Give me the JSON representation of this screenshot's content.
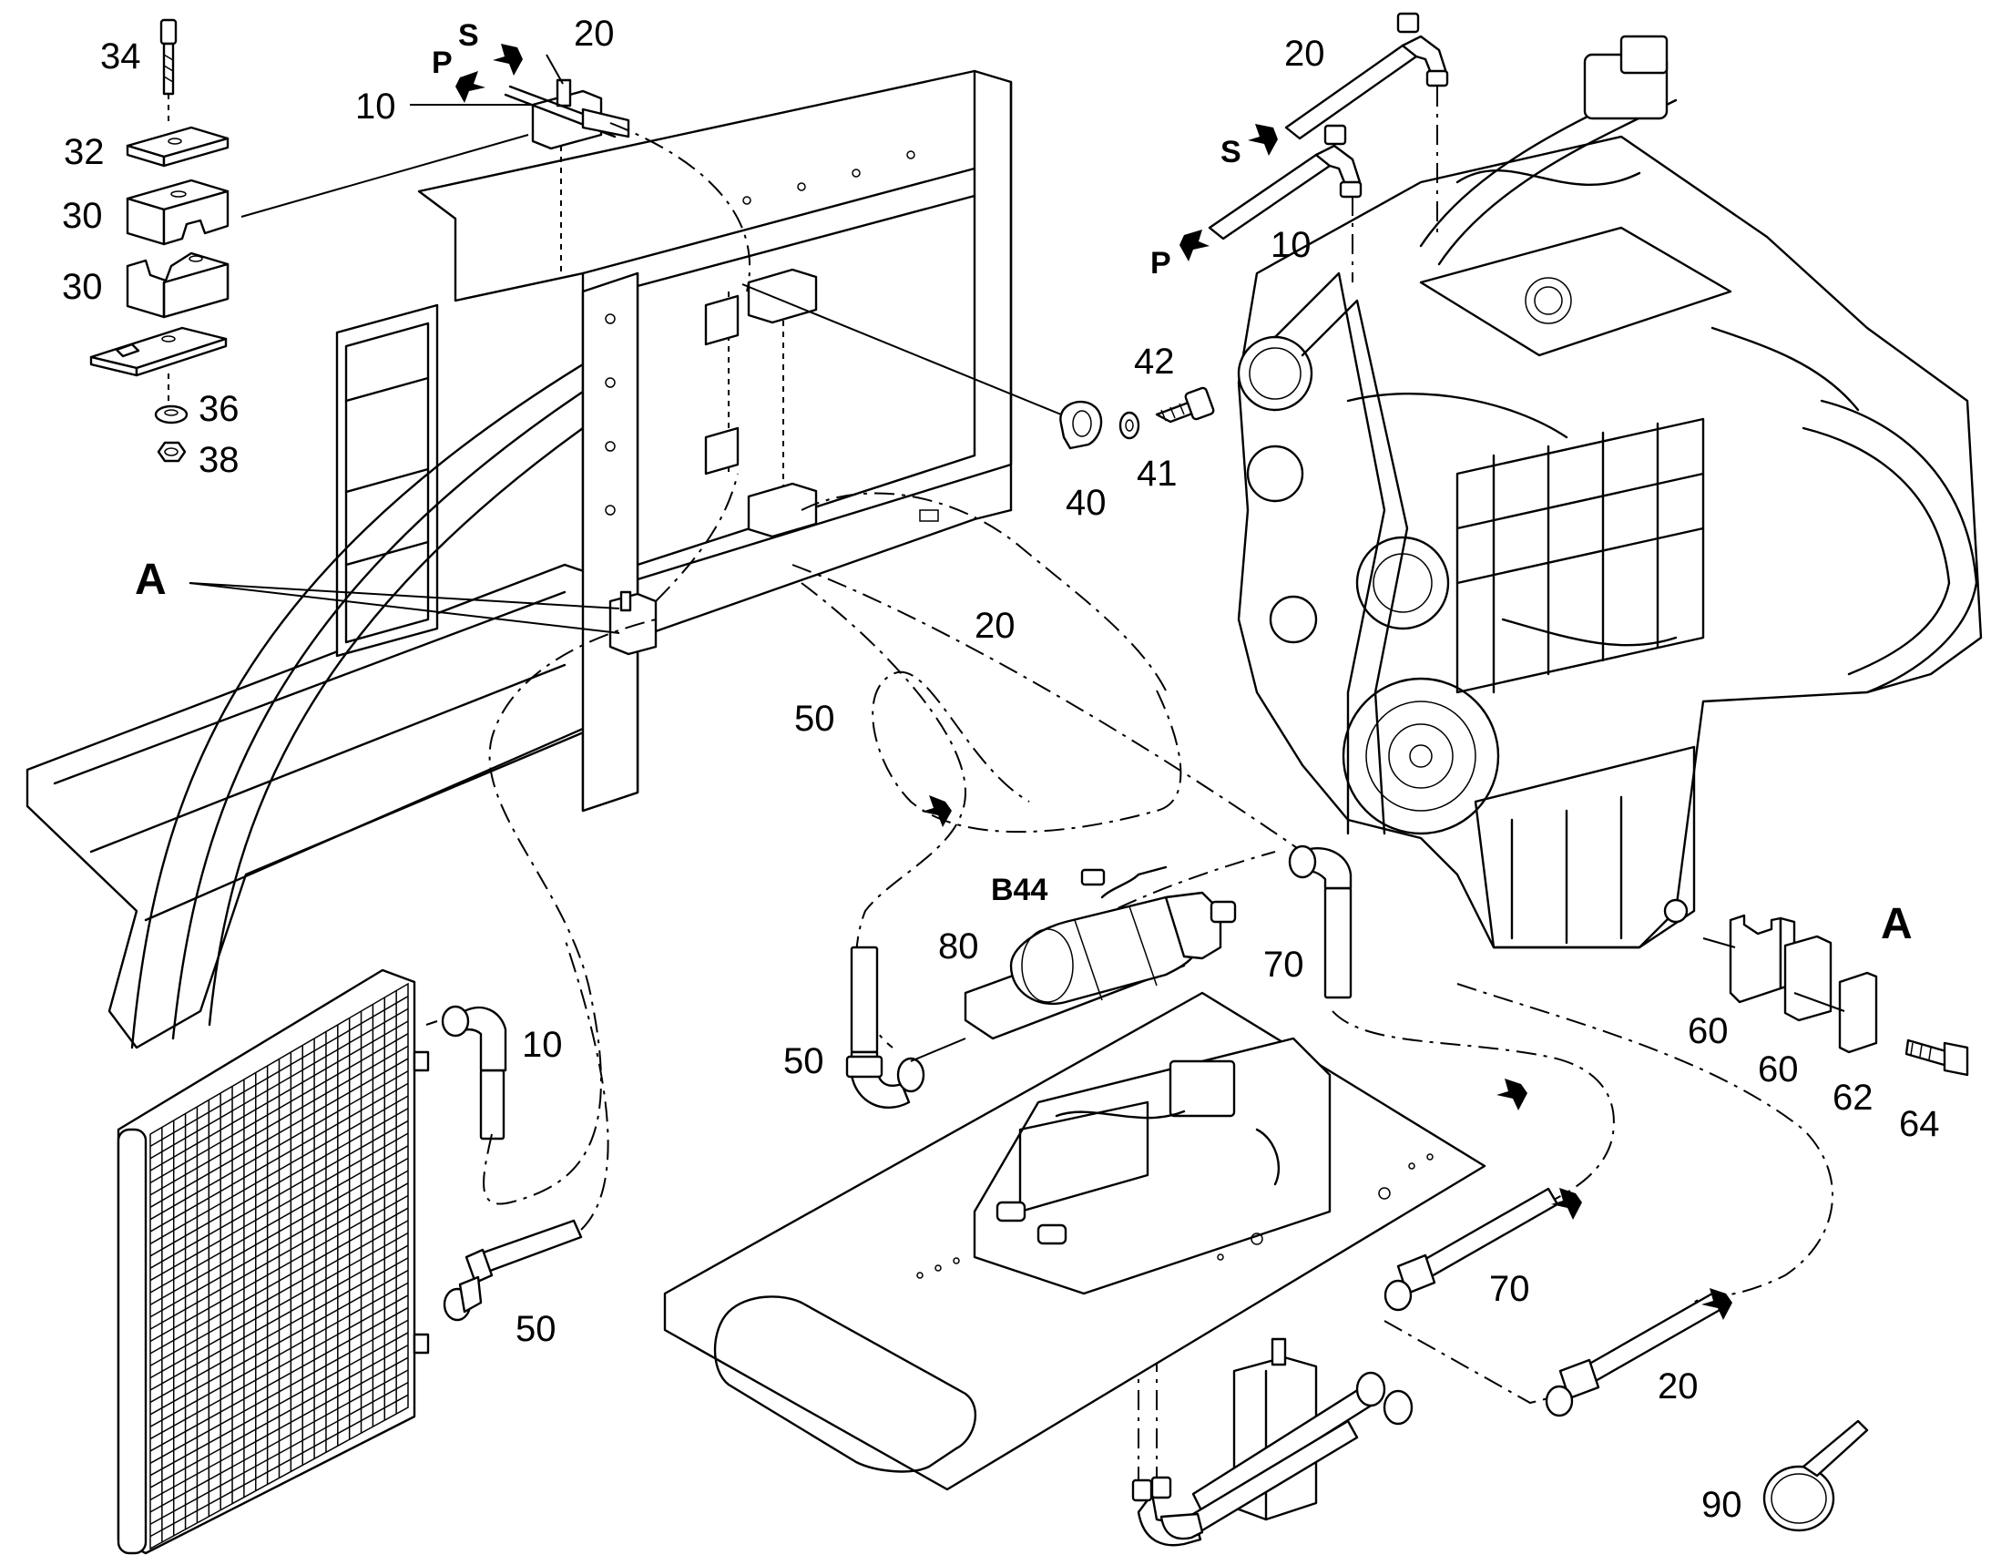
{
  "labels": {
    "p34": "34",
    "p32": "32",
    "p30a": "30",
    "p30b": "30",
    "p36": "36",
    "p38": "38",
    "p10a": "10",
    "p20a": "20",
    "s_top": "S",
    "p_top": "P",
    "p20b": "20",
    "s_eng": "S",
    "p_eng": "P",
    "p10b": "10",
    "p42": "42",
    "p41": "41",
    "p40": "40",
    "A_left": "A",
    "p50a": "50",
    "p20c": "20",
    "b44": "B44",
    "p80": "80",
    "p70a": "70",
    "p50b": "50",
    "p10c": "10",
    "p50c": "50",
    "A_right": "A",
    "p60a": "60",
    "p60b": "60",
    "p62": "62",
    "p64": "64",
    "p70b": "70",
    "p20d": "20",
    "p90": "90"
  },
  "colors": {
    "line": "#000000",
    "background": "#ffffff"
  },
  "icons": {
    "flow_arrow": "flow-arrow-icon"
  }
}
